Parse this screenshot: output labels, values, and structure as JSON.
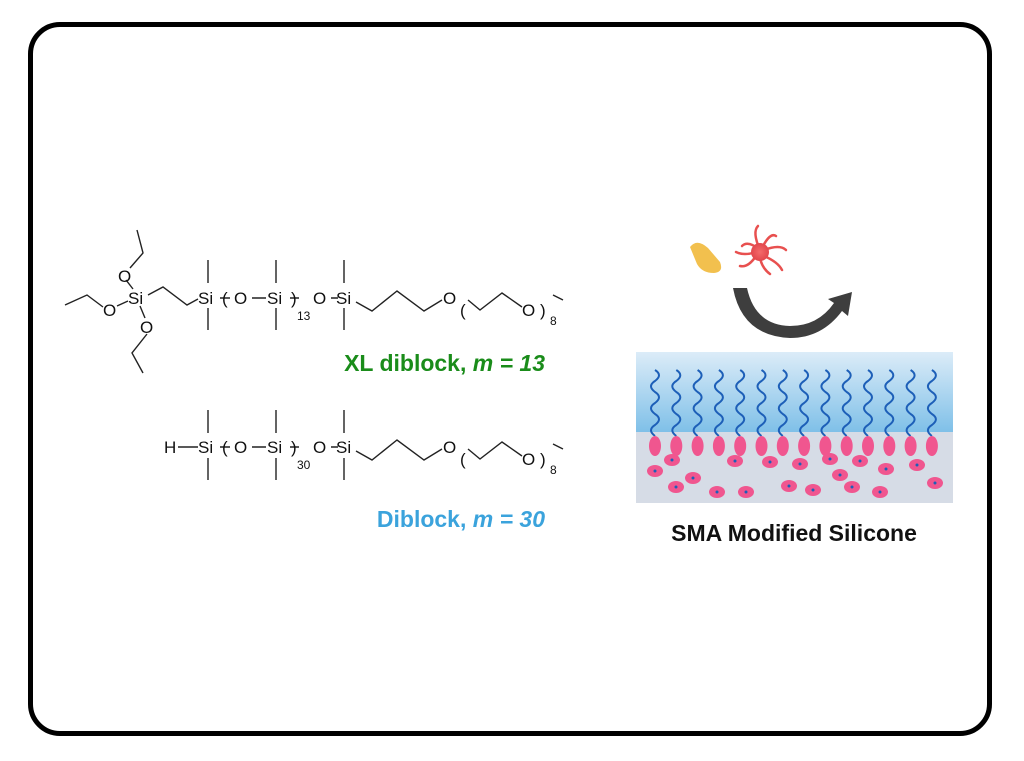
{
  "molecule_1": {
    "atoms": {
      "o_top": "O",
      "si_core": "Si",
      "o_left": "O",
      "o_bottom": "O",
      "si_a": "Si",
      "open_paren": "(",
      "o_a": "O",
      "si_b": "Si",
      "close_paren": ")",
      "repeat": "13",
      "o_b": "O",
      "si_c": "Si",
      "o_ether": "O",
      "peg_open": "(",
      "o_peg": "O",
      "peg_close": ")",
      "peg_repeat": "8"
    },
    "label_prefix": "XL diblock, ",
    "label_var": "m",
    "label_suffix": " = 13",
    "color": "#1a8c1a"
  },
  "molecule_2": {
    "atoms": {
      "h": "H",
      "si_a": "Si",
      "open_paren": "(",
      "o_a": "O",
      "si_b": "Si",
      "close_paren": ")",
      "repeat": "30",
      "o_b": "O",
      "si_c": "Si",
      "o_ether": "O",
      "peg_open": "(",
      "o_peg": "O",
      "peg_close": ")",
      "peg_repeat": "8"
    },
    "label_prefix": "Diblock, ",
    "label_var": "m",
    "label_suffix": " = 30",
    "color": "#3ba3dc"
  },
  "surface": {
    "title": "SMA Modified Silicone",
    "chain_color": "#1d5fb8",
    "blob_color": "#f0568f",
    "top_layer_color": "#8ec8ea",
    "bulk_color": "#d6dce6"
  }
}
